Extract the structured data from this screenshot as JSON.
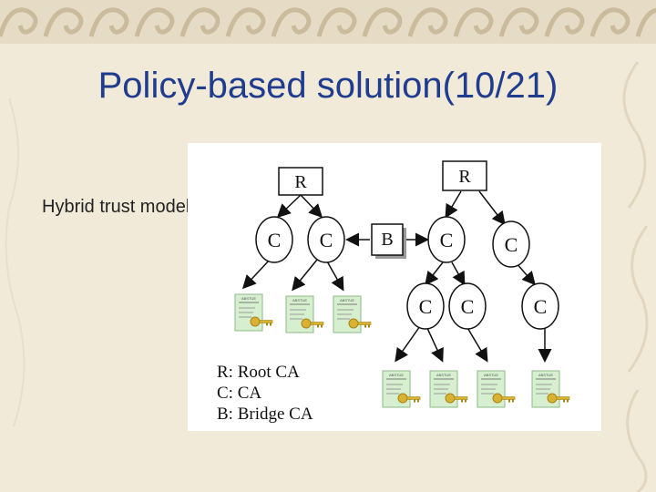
{
  "slide": {
    "title": "Policy-based solution(10/21)",
    "bullet": "Hybrid trust model"
  },
  "diagram": {
    "root_label": "R",
    "ca_label": "C",
    "bridge_label": "B",
    "cert_header": "ABSTUE",
    "legend": [
      "R: Root CA",
      "C: CA",
      "B: Bridge CA"
    ]
  },
  "colors": {
    "title": "#1f3c8f",
    "background": "#f1ead9",
    "border": "#e6dcc6",
    "certificate": "#d6efcf",
    "key": "#d9b233"
  }
}
